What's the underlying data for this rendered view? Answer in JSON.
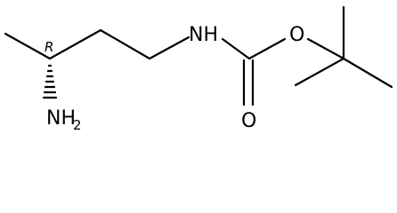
{
  "molecule": {
    "stereo_descriptor": "R",
    "atoms": {
      "amine_nitrogen": "NH",
      "amine_subscript": "2",
      "carbamate_nitrogen": "NH",
      "carbonyl_oxygen": "O",
      "ester_oxygen": "O"
    }
  }
}
